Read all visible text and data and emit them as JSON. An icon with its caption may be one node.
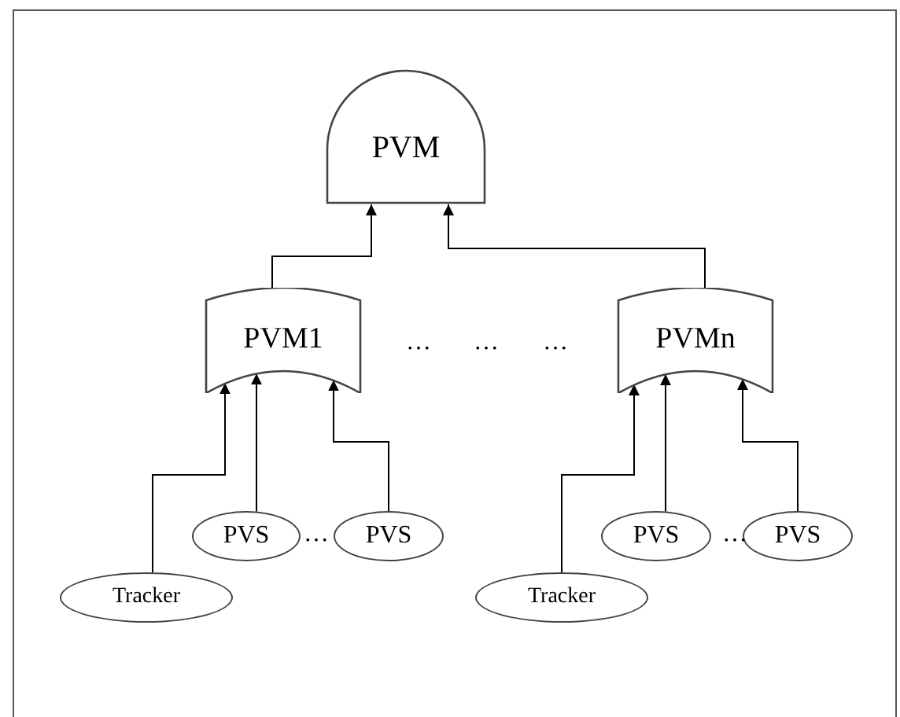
{
  "diagram": {
    "nodes": [
      {
        "text": [
          "PVM"
        ]
      },
      {
        "text": [
          "PVM1"
        ]
      },
      {
        "text": [
          "PVMn"
        ]
      },
      {
        "text": [
          "Tracker"
        ]
      },
      {
        "text": [
          "PVS"
        ]
      },
      {
        "text": [
          "PVS"
        ]
      },
      {
        "text": [
          "Tracker"
        ]
      },
      {
        "text": [
          "PVS"
        ]
      },
      {
        "text": [
          "PVS"
        ]
      }
    ],
    "edges": [
      {
        "from": 1,
        "to": 0,
        "arrow": "to"
      },
      {
        "from": 2,
        "to": 0,
        "arrow": "to"
      },
      {
        "from": 3,
        "to": 1,
        "arrow": "to"
      },
      {
        "from": 4,
        "to": 1,
        "arrow": "to"
      },
      {
        "from": 5,
        "to": 1,
        "arrow": "to"
      },
      {
        "from": 6,
        "to": 2,
        "arrow": "to"
      },
      {
        "from": 7,
        "to": 2,
        "arrow": "to"
      },
      {
        "from": 8,
        "to": 2,
        "arrow": "to"
      }
    ],
    "labels": [
      "…",
      "…",
      "…",
      "…",
      "…"
    ]
  }
}
